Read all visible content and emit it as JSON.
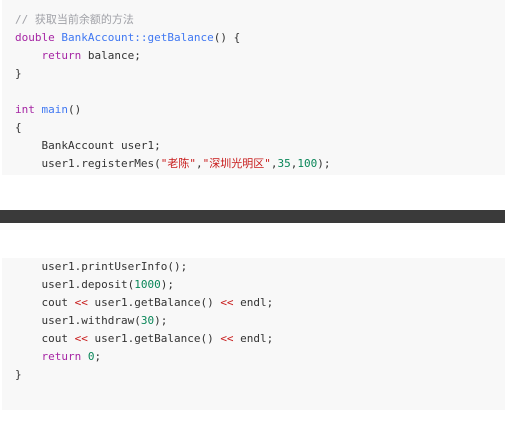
{
  "code_top": {
    "l1_comment": "// 获取当前余额的方法",
    "l2_type": "double",
    "l2_fn": "BankAccount::getBalance",
    "l2_rest": "() {",
    "l3_indent": "    ",
    "l3_kw": "return",
    "l3_rest": " balance;",
    "l4": "}",
    "l6_type": "int",
    "l6_sp": " ",
    "l6_fn": "main",
    "l6_rest": "()",
    "l7": "{",
    "l8": "    BankAccount user1;",
    "l9_a": "    user1.registerMes(",
    "l9_s1": "\"老陈\"",
    "l9_c1": ",",
    "l9_s2": "\"深圳光明区\"",
    "l9_c2": ",",
    "l9_n1": "35",
    "l9_c3": ",",
    "l9_n2": "100",
    "l9_end": ");"
  },
  "code_bottom": {
    "l1": "    user1.printUserInfo();",
    "l2_a": "    user1.deposit(",
    "l2_n": "1000",
    "l2_end": ");",
    "l3_a": "    cout ",
    "l3_op1": "<<",
    "l3_b": " user1.getBalance() ",
    "l3_op2": "<<",
    "l3_c": " endl;",
    "l4_a": "    user1.withdraw(",
    "l4_n": "30",
    "l4_end": ");",
    "l5_a": "    cout ",
    "l5_op1": "<<",
    "l5_b": " user1.getBalance() ",
    "l5_op2": "<<",
    "l5_c": " endl;",
    "l6_indent": "    ",
    "l6_kw": "return",
    "l6_sp": " ",
    "l6_n": "0",
    "l6_end": ";",
    "l7": "}"
  }
}
